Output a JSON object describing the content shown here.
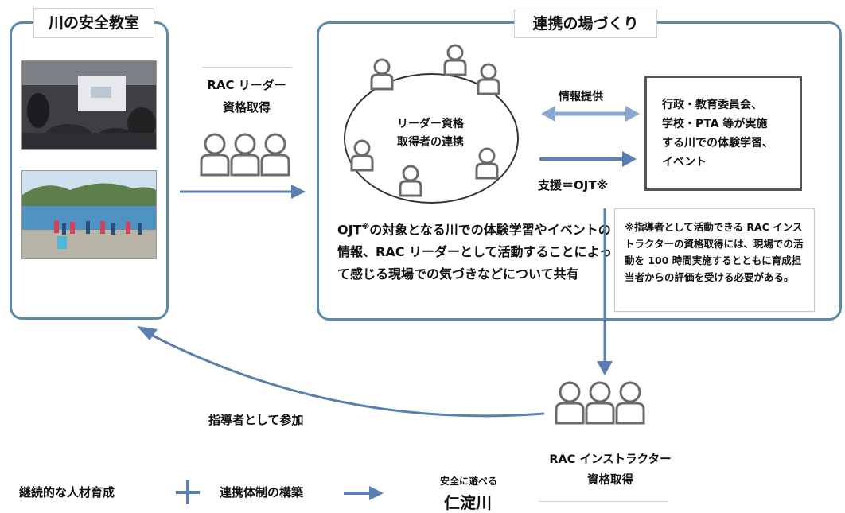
{
  "left_panel": {
    "title": "川の安全教室"
  },
  "right_panel": {
    "title": "連携の場づくり"
  },
  "rac_leader": {
    "line1": "RAC リーダー",
    "line2": "資格取得"
  },
  "oval": {
    "line1": "リーダー資格",
    "line2": "取得者の連携"
  },
  "arrows": {
    "info_label": "情報提供",
    "ojt_label": "支援＝OJT※"
  },
  "info_box": {
    "lines": [
      "行政・教育委員会、",
      "学校・PTA 等が実施",
      "する川での体験学習、",
      "イベント"
    ]
  },
  "share_text": {
    "prefix": "OJT",
    "sup": "※",
    "rest": "の対象となる川での体験学習やイベントの情報、RAC リーダーとして活動することによって感じる現場での気づきなどについて共有"
  },
  "note": {
    "text": "※指導者として活動できる RAC インストラクターの資格取得には、現場での活動を 100 時間実施するとともに育成担当者からの評価を受ける必要がある。"
  },
  "guide_label": "指導者として参加",
  "instructor": {
    "line1": "RAC インストラクター",
    "line2": "資格取得"
  },
  "footer": {
    "item1": "継続的な人材育成",
    "item2": "連携体制の構築",
    "result_small": "安全に遊べる",
    "result_big": "仁淀川"
  },
  "colors": {
    "panel_border": "#5d8aa8",
    "arrow": "#5b7fb0",
    "person_stroke": "#6b6b6b"
  }
}
